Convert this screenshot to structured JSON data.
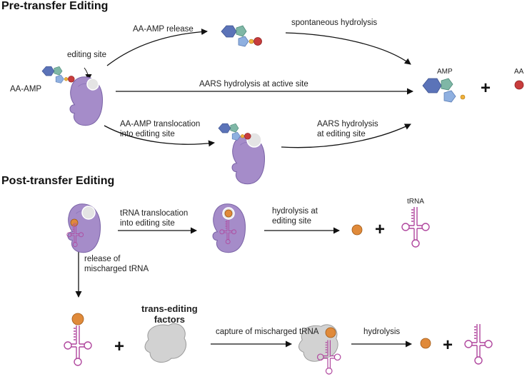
{
  "pre_transfer": {
    "heading": "Pre-transfer Editing",
    "editing_site": "editing site",
    "aa_amp": "AA-AMP",
    "aa_amp_release": "AA-AMP release",
    "spontaneous_hydrolysis": "spontaneous hydrolysis",
    "aars_active_site": "AARS hydrolysis at active site",
    "translocation": "AA-AMP translocation\ninto editing site",
    "aars_editing_site": "AARS hydrolysis\nat editing site",
    "amp": "AMP",
    "aa": "AA",
    "plus": "+"
  },
  "post_transfer": {
    "heading": "Post-transfer Editing",
    "trna_translocation": "tRNA translocation\ninto editing site",
    "hydrolysis_editing_site": "hydrolysis at\nediting site",
    "trna": "tRNA",
    "release": "release of\nmischarged tRNA",
    "trans_editing": "trans-editing\nfactors",
    "capture": "capture of mischarged tRNA",
    "hydrolysis": "hydrolysis",
    "plus": "+"
  },
  "colors": {
    "enzyme": "#a58cc9",
    "enzyme_stroke": "#7a63a6",
    "hexagon": "#5b73b8",
    "pentagon_green": "#7fb7a6",
    "pentagon_blue": "#8fb0e0",
    "amino_acid_red": "#c83c3c",
    "amino_acid_orange": "#e08a3a",
    "trna": "#b0479e",
    "trans_factor": "#d2d2d2"
  }
}
